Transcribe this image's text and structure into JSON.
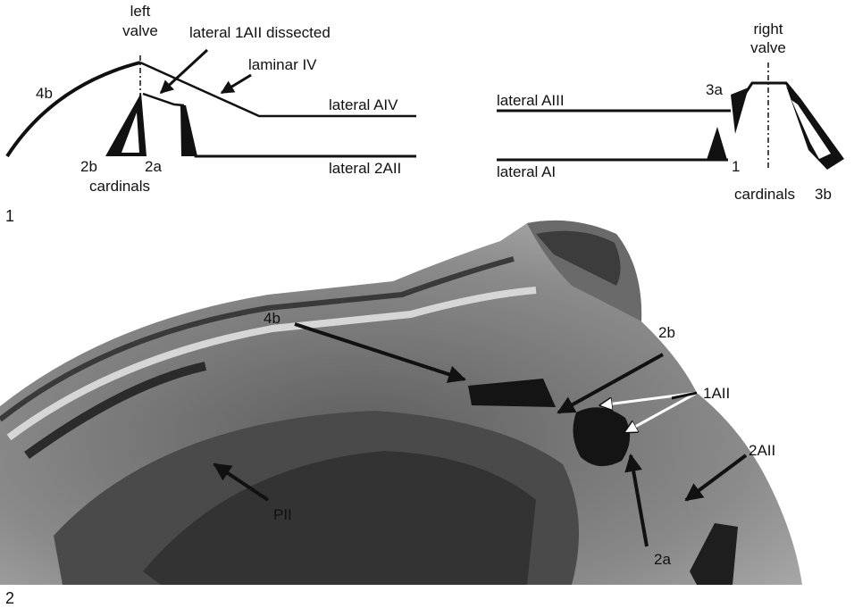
{
  "panel1": {
    "number": "1",
    "left": {
      "valve_line1": "left",
      "valve_line2": "valve",
      "lateral_1AII": "lateral 1AII dissected",
      "laminar_IV": "laminar IV",
      "lateral_AIV": "lateral AIV",
      "lateral_2AII": "lateral 2AII",
      "label_4b": "4b",
      "label_2b": "2b",
      "label_2a": "2a",
      "cardinals": "cardinals"
    },
    "right": {
      "valve_line1": "right",
      "valve_line2": "valve",
      "lateral_AIII": "lateral AIII",
      "lateral_AI": "lateral AI",
      "label_3a": "3a",
      "label_1": "1",
      "cardinals": "cardinals",
      "label_3b": "3b"
    }
  },
  "panel2": {
    "number": "2",
    "labels": {
      "l4b": "4b",
      "l2b": "2b",
      "l1AII": "1AII",
      "l2AII": "2AII",
      "lPII": "PII",
      "l2a": "2a"
    }
  }
}
